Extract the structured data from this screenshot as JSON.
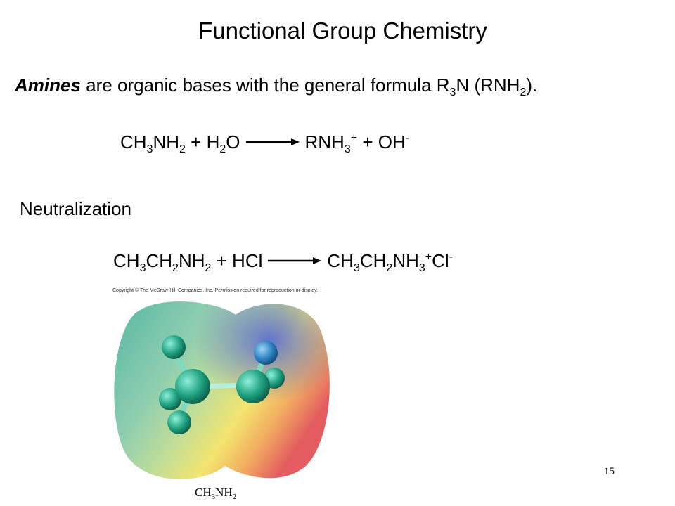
{
  "slide": {
    "title": "Functional Group Chemistry",
    "intro": {
      "term": "Amines",
      "text_before": " are organic bases with the general formula R",
      "sub1": "3",
      "text_mid": "N (RNH",
      "sub2": "2",
      "text_after": ")."
    },
    "equation1": {
      "reactants": [
        {
          "t": "CH",
          "s": "3"
        },
        {
          "t": "NH",
          "s": "2"
        },
        {
          "t": " + H",
          "s": "2"
        },
        {
          "t": "O"
        }
      ],
      "products": [
        {
          "t": "RNH",
          "s": "3",
          "p": "+"
        },
        {
          "t": " + OH",
          "p": "-"
        }
      ]
    },
    "section_label": "Neutralization",
    "equation2": {
      "reactants": [
        {
          "t": "CH",
          "s": "3"
        },
        {
          "t": "CH",
          "s": "2"
        },
        {
          "t": "NH",
          "s": "2"
        },
        {
          "t": " + HCl"
        }
      ],
      "products": [
        {
          "t": "CH",
          "s": "3"
        },
        {
          "t": "CH",
          "s": "2"
        },
        {
          "t": "NH",
          "s": "3",
          "p": "+"
        },
        {
          "t": "Cl",
          "p": "-"
        }
      ]
    },
    "copyright": "Copyright © The McGraw-Hill Companies, Inc. Permission required for reproduction or display.",
    "molecule_label": {
      "t1": "CH",
      "s1": "3",
      "t2": "NH",
      "s2": "2"
    },
    "page_number": "15"
  }
}
